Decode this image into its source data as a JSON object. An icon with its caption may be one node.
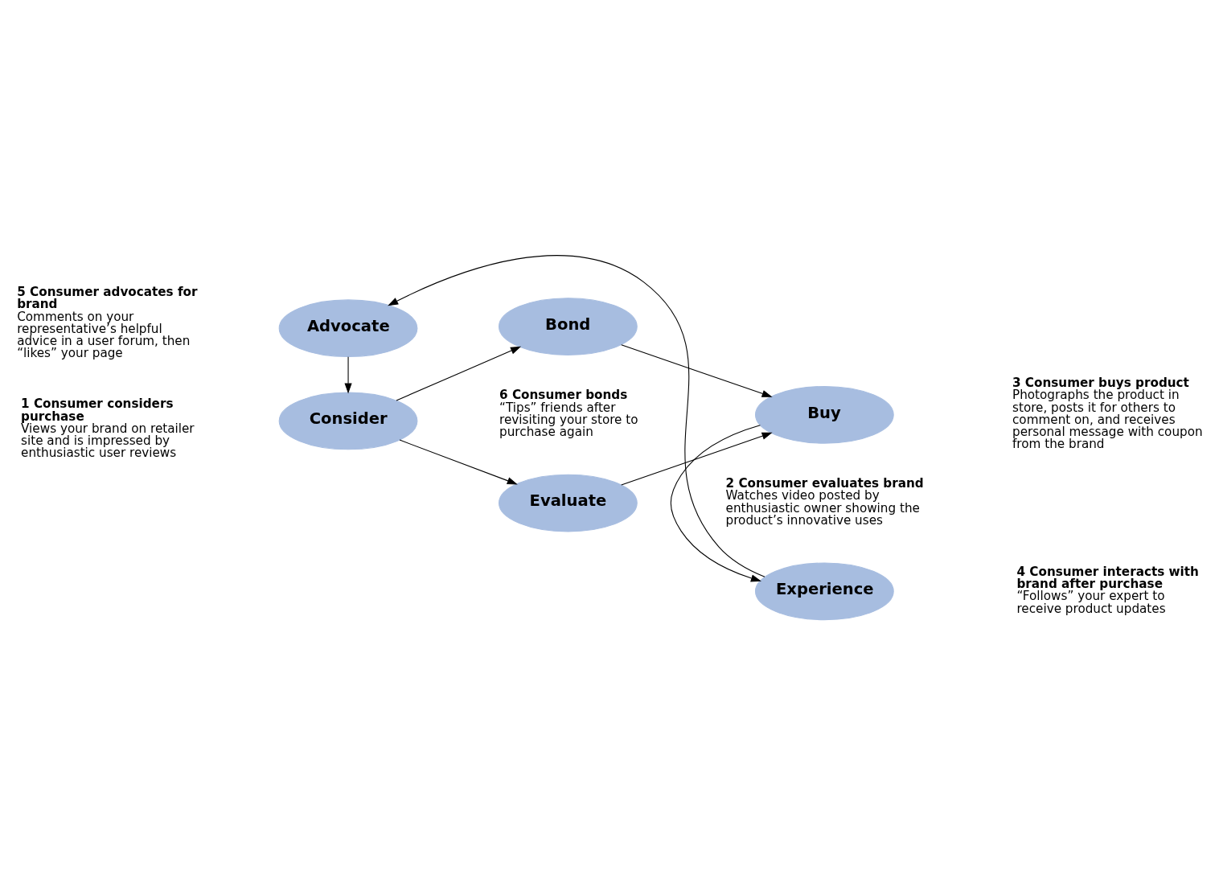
{
  "diagram": {
    "nodes": [
      {
        "text": [
          "Consider"
        ],
        "beside": [
          "1 Consumer considers purchase",
          "Views your brand on retailer site and is impressed by enthusiastic user reviews"
        ]
      },
      {
        "text": [
          "Evaluate"
        ],
        "beside": [
          "2 Consumer evaluates brand",
          "Watches video posted by enthusiastic owner showing the product’s innovative uses"
        ]
      },
      {
        "text": [
          "Bond"
        ]
      },
      {
        "text": [
          "Buy"
        ],
        "beside": [
          "3 Consumer buys product",
          "Photographs the product in store, posts it for others to comment on, and receives personal message with coupon from the brand"
        ]
      },
      {
        "text": [
          "Experience"
        ],
        "beside": [
          "4 Consumer interacts with brand after purchase",
          "“Follows” your expert to receive product updates"
        ]
      },
      {
        "text": [
          "Advocate"
        ],
        "beside": [
          "5 Consumer advocates for brand",
          "Comments on your representative’s helpful advice in a user forum, then “likes” your page"
        ]
      }
    ],
    "edges": [
      {
        "from": 0,
        "to": 1,
        "arrow": "to"
      },
      {
        "from": 1,
        "to": 3,
        "arrow": "to"
      },
      {
        "from": 0,
        "to": 2,
        "arrow": "to"
      },
      {
        "from": 2,
        "to": 3,
        "arrow": "to"
      },
      {
        "from": 3,
        "to": 4,
        "arrow": "to"
      },
      {
        "from": 4,
        "to": 5,
        "arrow": "to"
      },
      {
        "from": 5,
        "to": 0,
        "arrow": "to"
      }
    ],
    "labels": [
      "6 Consumer bonds",
      "“Tips” friends after revisiting your store to purchase again"
    ]
  }
}
